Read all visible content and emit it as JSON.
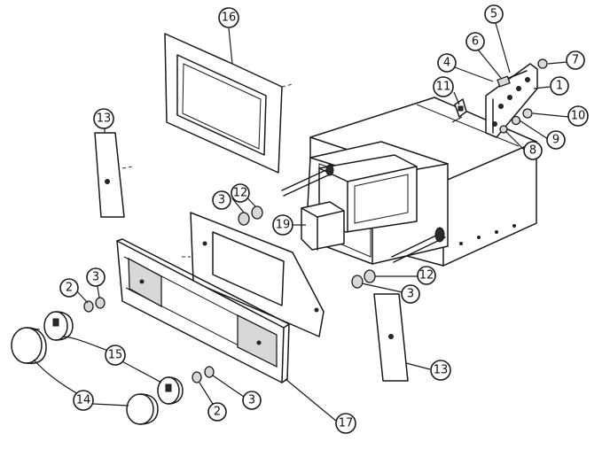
{
  "callouts": [
    {
      "id": "c16",
      "label": "16"
    },
    {
      "id": "c5",
      "label": "5"
    },
    {
      "id": "c6",
      "label": "6"
    },
    {
      "id": "c7",
      "label": "7"
    },
    {
      "id": "c4",
      "label": "4"
    },
    {
      "id": "c11",
      "label": "11"
    },
    {
      "id": "c1",
      "label": "1"
    },
    {
      "id": "c10",
      "label": "10"
    },
    {
      "id": "c9",
      "label": "9"
    },
    {
      "id": "c8",
      "label": "8"
    },
    {
      "id": "c13a",
      "label": "13"
    },
    {
      "id": "c3a",
      "label": "3"
    },
    {
      "id": "c12a",
      "label": "12"
    },
    {
      "id": "c19",
      "label": "19"
    },
    {
      "id": "c12b",
      "label": "12"
    },
    {
      "id": "c3b",
      "label": "3"
    },
    {
      "id": "c2a",
      "label": "2"
    },
    {
      "id": "c3c",
      "label": "3"
    },
    {
      "id": "c15",
      "label": "15"
    },
    {
      "id": "c14",
      "label": "14"
    },
    {
      "id": "c13b",
      "label": "13"
    },
    {
      "id": "c2b",
      "label": "2"
    },
    {
      "id": "c3d",
      "label": "3"
    },
    {
      "id": "c17",
      "label": "17"
    }
  ]
}
